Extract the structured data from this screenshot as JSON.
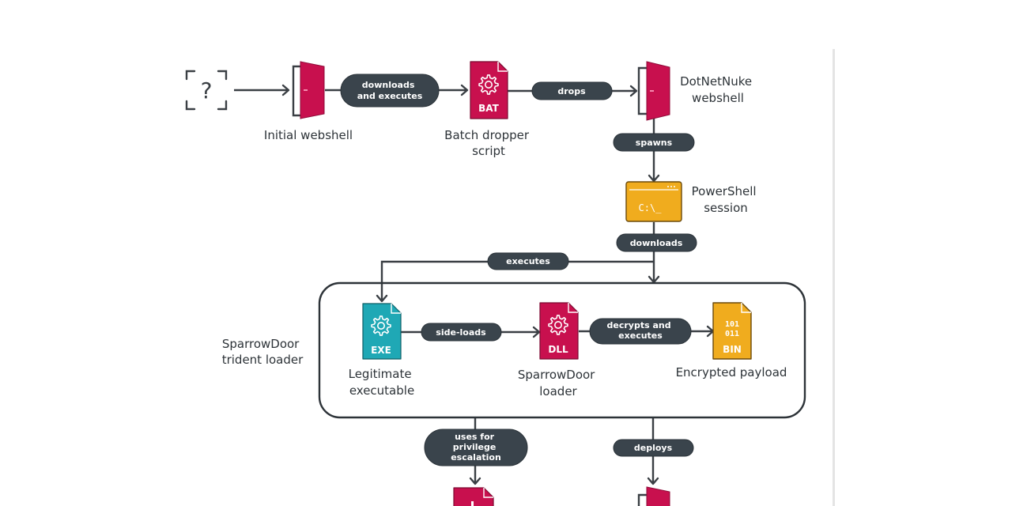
{
  "colors": {
    "webshell": "#c8104e",
    "bat": "#c8104e",
    "dll": "#c8104e",
    "exe": "#1fa8b5",
    "powershell": "#f0ac1e",
    "bin": "#f0ac1e",
    "pill": "#3a444c",
    "line": "#3a3f44",
    "text": "#2d3338"
  },
  "nodes": {
    "unknown": {
      "icon": "question-mark-icon",
      "symbol": "?"
    },
    "initial_webshell": {
      "icon": "door-icon",
      "label": [
        "Initial webshell"
      ]
    },
    "batch_dropper": {
      "icon": "file-gear-icon",
      "badge": "BAT",
      "label": [
        "Batch dropper",
        "script"
      ]
    },
    "dnn_webshell": {
      "icon": "door-icon",
      "label": [
        "DotNetNuke",
        "webshell"
      ]
    },
    "powershell": {
      "icon": "terminal-window-icon",
      "prompt": "C:\\_",
      "label": [
        "PowerShell",
        "session"
      ]
    },
    "legit_exe": {
      "icon": "file-gear-icon",
      "badge": "EXE",
      "label": [
        "Legitimate",
        "executable"
      ]
    },
    "sparrowdoor_loader": {
      "icon": "file-gear-icon",
      "badge": "DLL",
      "label": [
        "SparrowDoor",
        "loader"
      ]
    },
    "encrypted_payload": {
      "icon": "file-binary-icon",
      "badge": "BIN",
      "bits": [
        "101",
        "011"
      ],
      "label": [
        "Encrypted payload"
      ]
    },
    "privesc_file": {
      "icon": "file-icon"
    },
    "deployed_webshell": {
      "icon": "door-icon"
    }
  },
  "group": {
    "label": [
      "SparrowDoor",
      "trident loader"
    ]
  },
  "edges": {
    "downloads_executes": [
      "downloads",
      "and executes"
    ],
    "drops": [
      "drops"
    ],
    "spawns": [
      "spawns"
    ],
    "downloads": [
      "downloads"
    ],
    "executes": [
      "executes"
    ],
    "side_loads": [
      "side-loads"
    ],
    "decrypts_executes": [
      "decrypts and",
      "executes"
    ],
    "privilege_escalation": [
      "uses for",
      "privilege",
      "escalation"
    ],
    "deploys": [
      "deploys"
    ]
  }
}
